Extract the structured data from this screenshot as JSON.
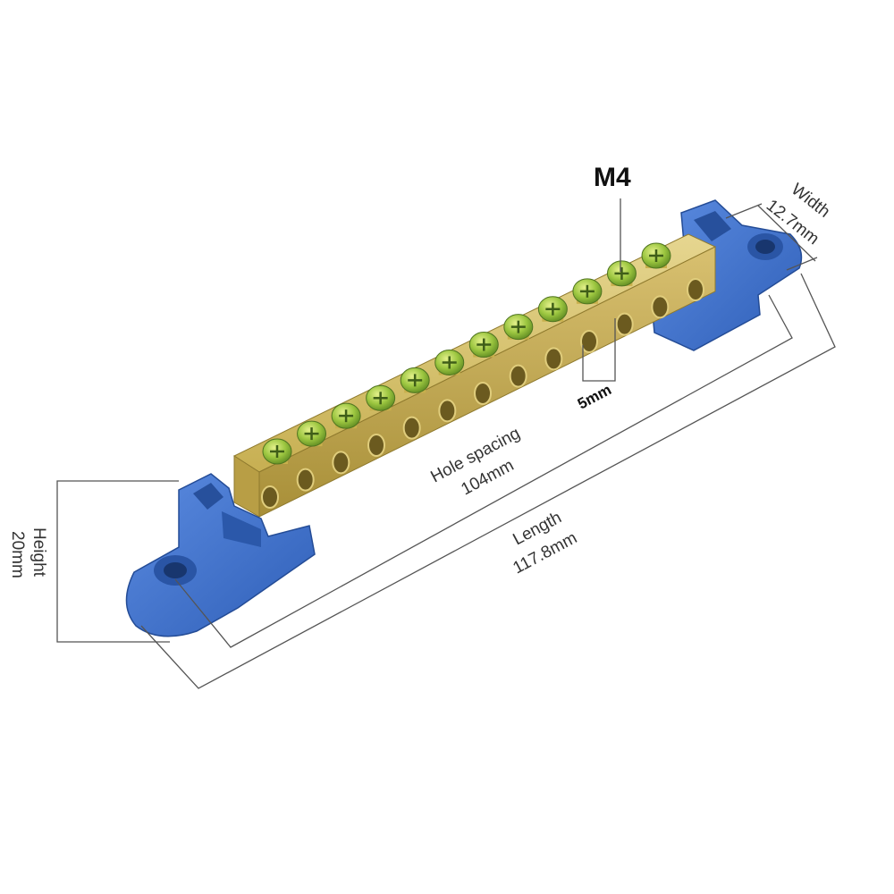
{
  "labels": {
    "thread": "M4",
    "width_title": "Width",
    "width_value": "12.7mm",
    "hole_gap": "5mm",
    "hole_spacing_title": "Hole spacing",
    "hole_spacing_value": "104mm",
    "length_title": "Length",
    "length_value": "117.8mm",
    "height_title": "Height",
    "height_value": "20mm"
  },
  "colors": {
    "background": "#ffffff",
    "brass": "#c9b25a",
    "brass_dark": "#8f7a2e",
    "insulator_blue": "#3d6fc9",
    "insulator_dark": "#274f9b",
    "screw_green": "#8fbf3a",
    "dimension_line": "#555555"
  },
  "product": {
    "screw_count": 12,
    "icons": [
      "screw-icon",
      "mounting-hole-icon"
    ]
  }
}
